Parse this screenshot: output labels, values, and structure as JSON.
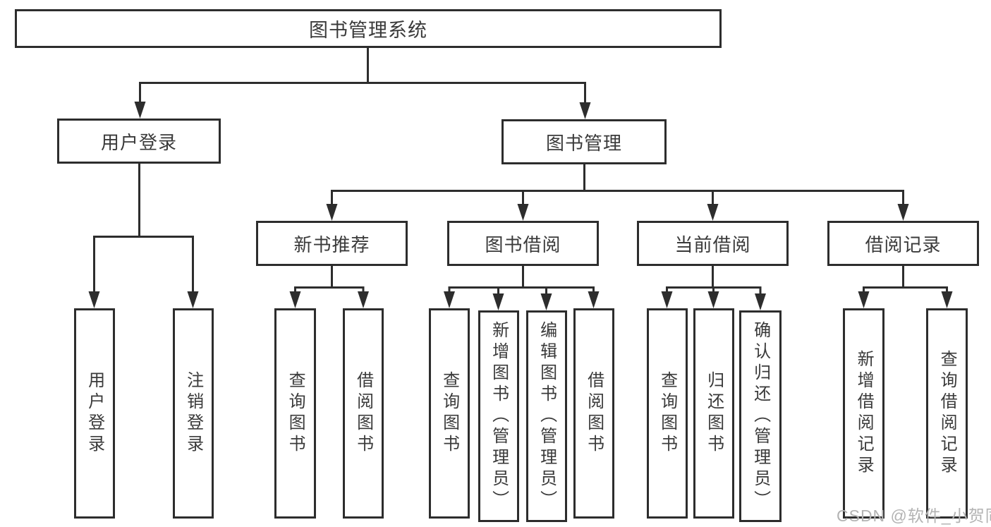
{
  "diagram_type": "hierarchy-tree",
  "watermark": {
    "text": "CSDN @软件_小贺同学"
  },
  "colors": {
    "line": "#2d2d2d",
    "box_border": "#2d2d2d",
    "text": "#3a3a3a",
    "background": "#ffffff",
    "watermark": "#b3b3b3"
  },
  "tree": {
    "label": "图书管理系统",
    "children": [
      {
        "label": "用户登录",
        "children": [
          {
            "label": "用户登录"
          },
          {
            "label": "注销登录"
          }
        ]
      },
      {
        "label": "图书管理",
        "children": [
          {
            "label": "新书推荐",
            "children": [
              {
                "label": "查询图书"
              },
              {
                "label": "借阅图书"
              }
            ]
          },
          {
            "label": "图书借阅",
            "children": [
              {
                "label": "查询图书"
              },
              {
                "label": "新增图书（管理员）"
              },
              {
                "label": "编辑图书（管理员）"
              },
              {
                "label": "借阅图书"
              }
            ]
          },
          {
            "label": "当前借阅",
            "children": [
              {
                "label": "查询图书"
              },
              {
                "label": "归还图书"
              },
              {
                "label": "确认归还（管理员）"
              }
            ]
          },
          {
            "label": "借阅记录",
            "children": [
              {
                "label": "新增借阅记录"
              },
              {
                "label": "查询借阅记录"
              }
            ]
          }
        ]
      }
    ]
  }
}
